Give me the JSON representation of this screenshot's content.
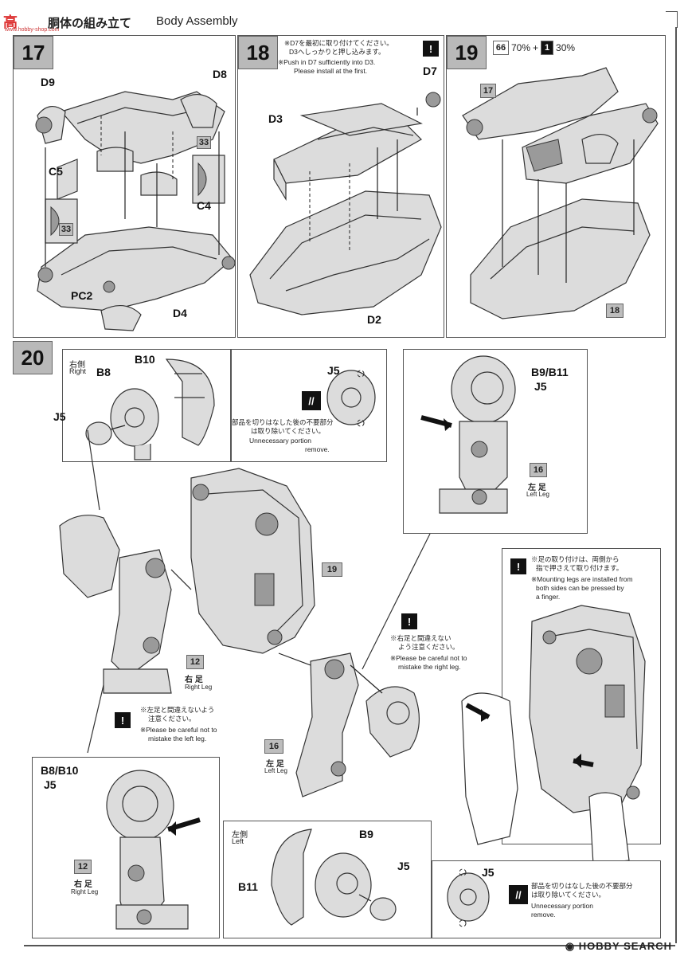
{
  "header": {
    "title_jp": "胴体の組み立て",
    "title_en": "Body Assembly",
    "watermark": "高",
    "watermark_sub": "www.hobby-shop.com"
  },
  "step17": {
    "number": "17",
    "labels": [
      "D9",
      "D8",
      "C5",
      "C4",
      "PC2",
      "D4"
    ],
    "tag33a": "33",
    "tag33b": "33"
  },
  "step18": {
    "number": "18",
    "note_jp_1": "※D7を最初に取り付けてください。",
    "note_jp_2": "D3へしっかりと押し込みます。",
    "note_en_1": "※Push in D7 sufficiently into D3.",
    "note_en_2": "Please install at the first.",
    "labels": [
      "D7",
      "D3",
      "D2"
    ]
  },
  "step19": {
    "number": "19",
    "color_code_1": "66",
    "color_pct_1": "70%",
    "plus": "+",
    "color_code_2": "1",
    "color_pct_2": "30%",
    "tag17": "17",
    "tag18": "18"
  },
  "step20": {
    "number": "20",
    "right_side": {
      "jp": "右側",
      "en": "Right",
      "b8": "B8",
      "b10": "B10",
      "j5": "J5"
    },
    "unneeded_right": {
      "j5": "J5",
      "jp1": "部品を切りはなした後の不要部分",
      "jp2": "は取り除いてください。",
      "en1": "Unnecessary portion",
      "en2": "remove."
    },
    "left_leg_box": {
      "parts1": "B9/B11",
      "parts2": "J5",
      "tag": "16",
      "jp": "左 足",
      "en": "Left Leg"
    },
    "tag19": "19",
    "right_leg_main": {
      "tag": "12",
      "jp": "右 足",
      "en": "Right Leg"
    },
    "warn_right": {
      "jp1": "※右足と間違えない",
      "jp2": "よう注意ください。",
      "en1": "※Please be careful not to",
      "en2": "mistake the right leg."
    },
    "warn_left": {
      "jp1": "※左足と間違えないよう",
      "jp2": "注意ください。",
      "en1": "※Please be careful not to",
      "en2": "mistake the left leg."
    },
    "left_leg_main": {
      "tag": "16",
      "jp": "左 足",
      "en": "Left Leg"
    },
    "mount_note": {
      "jp1": "※足の取り付けは、両側から",
      "jp2": "指で押さえて取り付けます。",
      "en1": "※Mounting legs are installed from",
      "en2": "both sides can be pressed by",
      "en3": "a finger."
    },
    "right_leg_box": {
      "parts1": "B8/B10",
      "parts2": "J5",
      "tag": "12",
      "jp": "右 足",
      "en": "Right Leg"
    },
    "left_side": {
      "jp": "左側",
      "en": "Left",
      "b9": "B9",
      "b11": "B11",
      "j5": "J5"
    },
    "unneeded_left": {
      "j5": "J5",
      "jp1": "部品を切りはなした後の不要部分",
      "jp2": "は取り除いてください。",
      "en1": "Unnecessary portion",
      "en2": "remove."
    }
  },
  "footer": {
    "brand": "HOBBY SEARCH"
  }
}
